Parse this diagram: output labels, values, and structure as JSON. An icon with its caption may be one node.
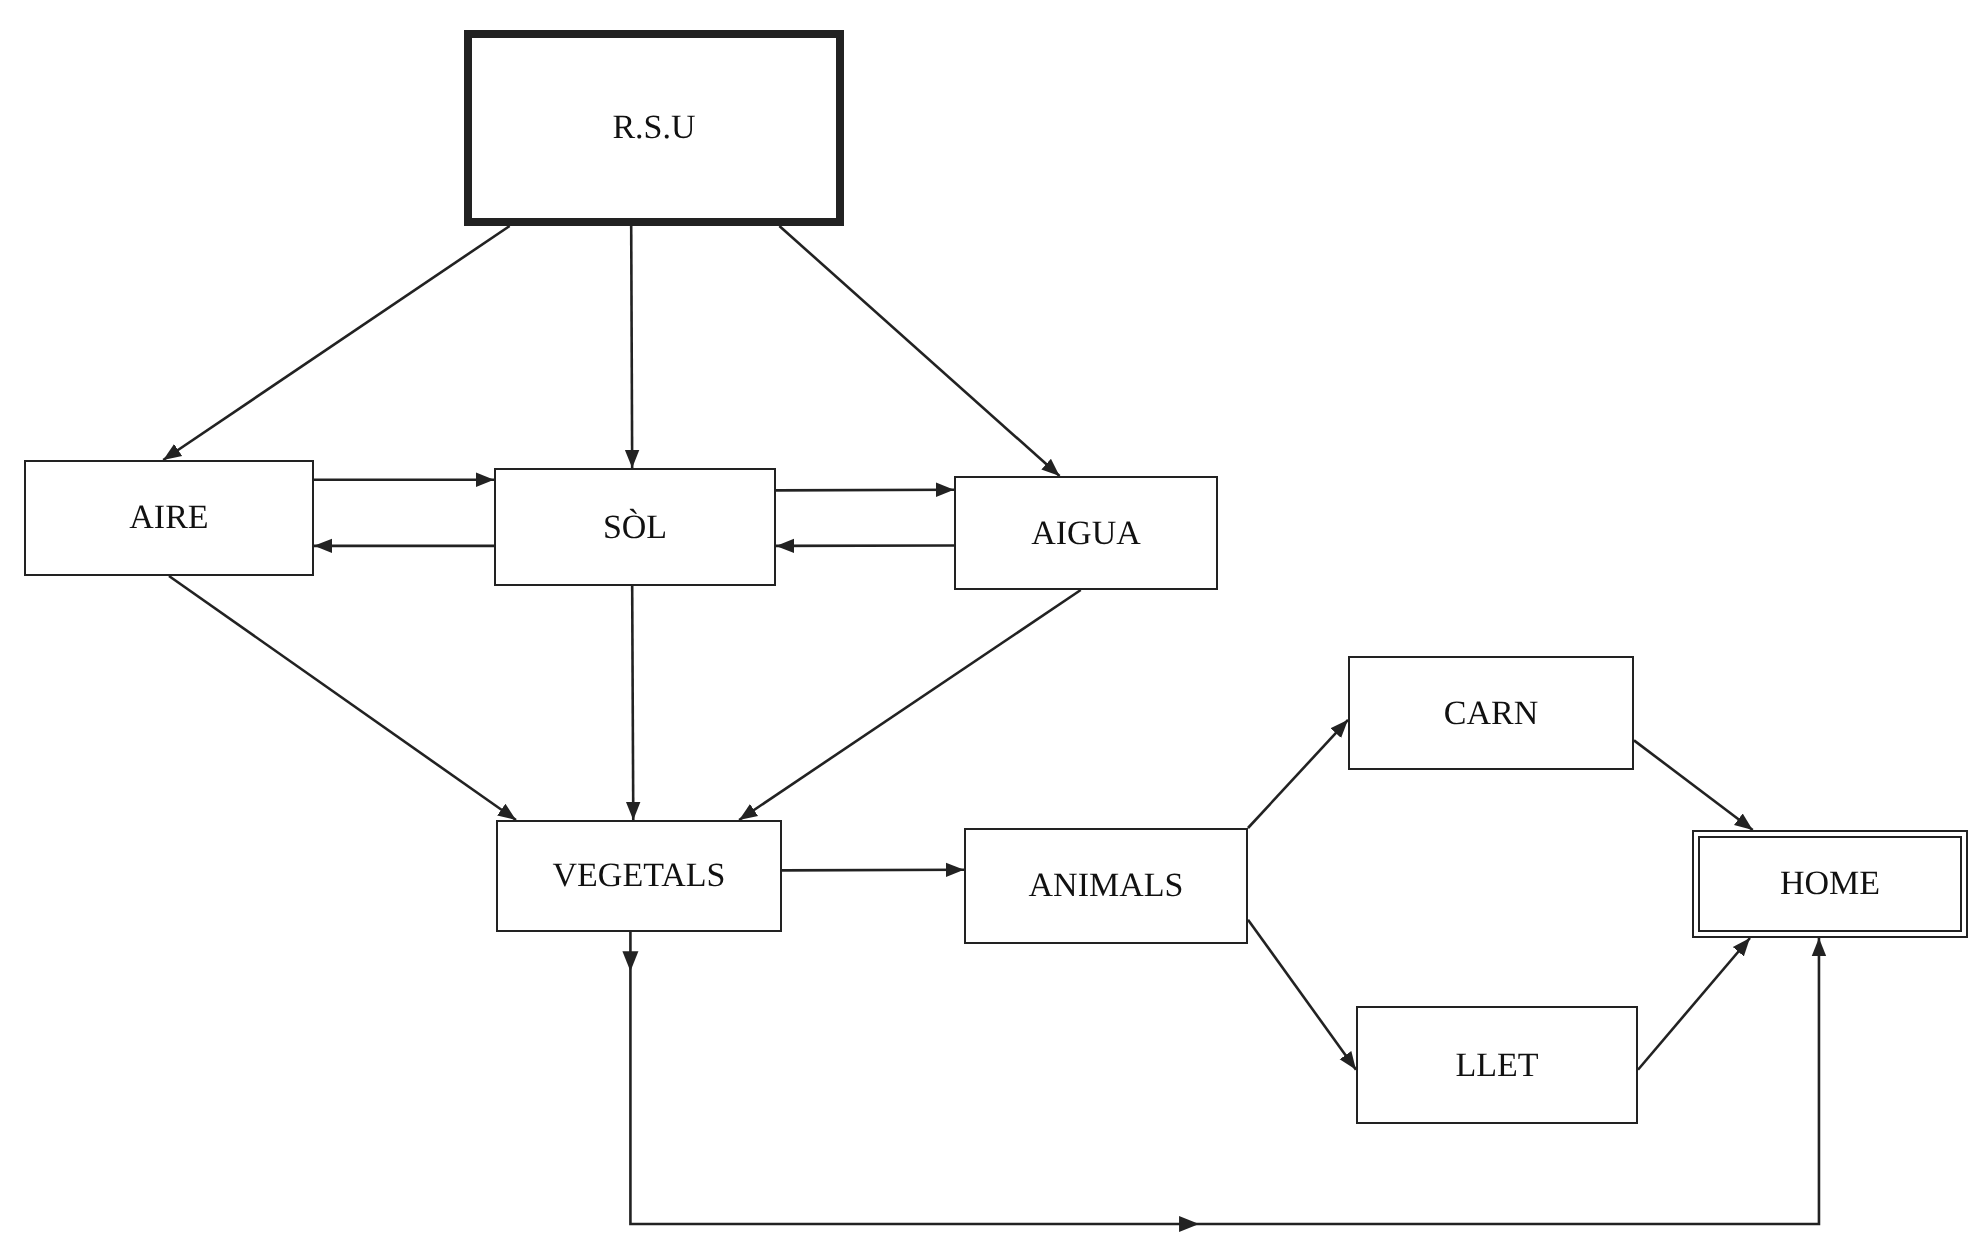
{
  "diagram": {
    "nodes": [
      {
        "text": [
          "R.S.U"
        ]
      },
      {
        "text": [
          "AIRE"
        ]
      },
      {
        "text": [
          "SÒL"
        ]
      },
      {
        "text": [
          "AIGUA"
        ]
      },
      {
        "text": [
          "VEGETALS"
        ]
      },
      {
        "text": [
          "ANIMALS"
        ]
      },
      {
        "text": [
          "CARN"
        ]
      },
      {
        "text": [
          "LLET"
        ]
      },
      {
        "text": [
          "HOME"
        ]
      }
    ],
    "edges": [
      {
        "from": 0,
        "to": 1,
        "arrow": "to"
      },
      {
        "from": 0,
        "to": 2,
        "arrow": "to"
      },
      {
        "from": 0,
        "to": 3,
        "arrow": "to"
      },
      {
        "from": 1,
        "to": 2,
        "arrow": "to"
      },
      {
        "from": 2,
        "to": 1,
        "arrow": "to"
      },
      {
        "from": 2,
        "to": 3,
        "arrow": "to"
      },
      {
        "from": 3,
        "to": 2,
        "arrow": "to"
      },
      {
        "from": 1,
        "to": 4,
        "arrow": "to"
      },
      {
        "from": 2,
        "to": 4,
        "arrow": "to"
      },
      {
        "from": 3,
        "to": 4,
        "arrow": "to"
      },
      {
        "from": 4,
        "to": 5,
        "arrow": "to"
      },
      {
        "from": 5,
        "to": 6,
        "arrow": "to"
      },
      {
        "from": 5,
        "to": 7,
        "arrow": "to"
      },
      {
        "from": 6,
        "to": 8,
        "arrow": "to"
      },
      {
        "from": 7,
        "to": 8,
        "arrow": "to"
      },
      {
        "from": 4,
        "to": 8,
        "arrow": "to"
      }
    ]
  }
}
